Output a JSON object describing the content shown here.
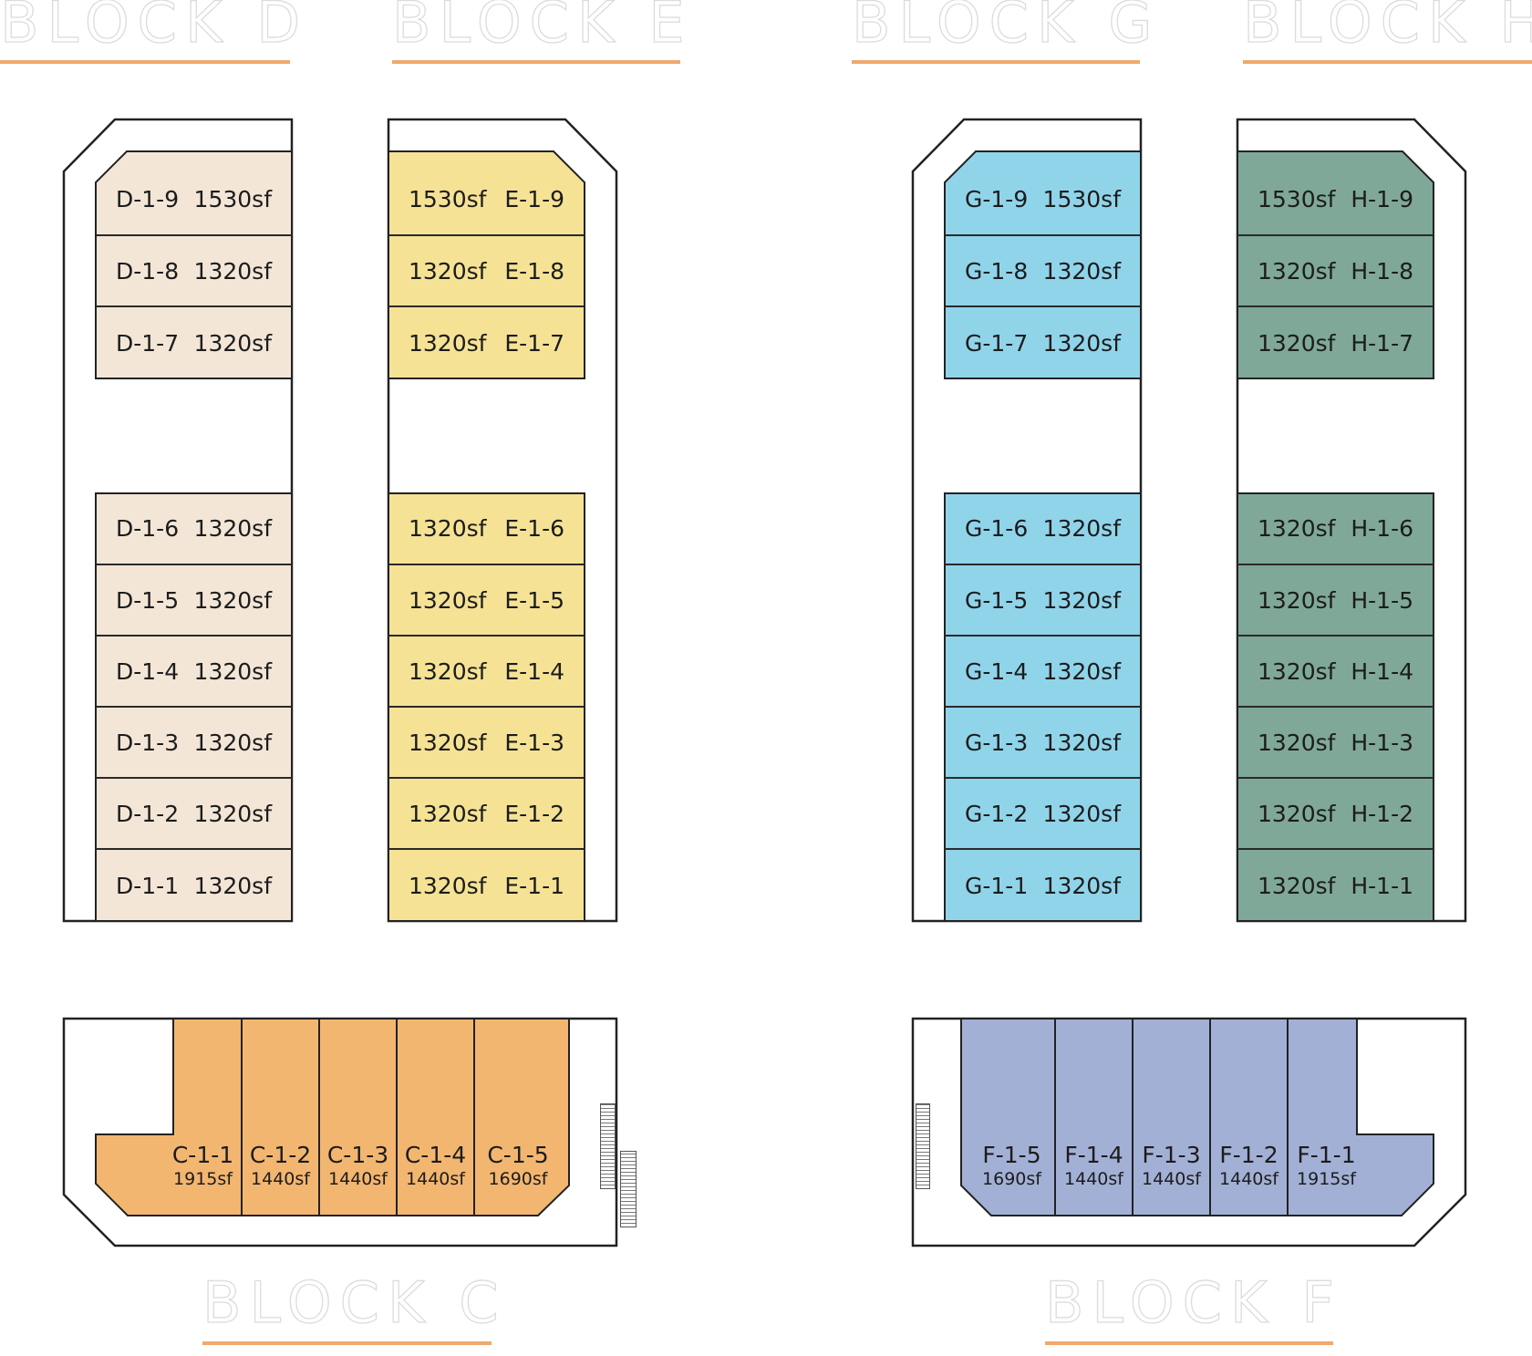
{
  "colors": {
    "block_c": "#f2b671",
    "block_d": "#f3e6d7",
    "block_e": "#f5e295",
    "block_f": "#a3b0d6",
    "block_g": "#90d4ea",
    "block_h": "#7fa898",
    "accent_line": "#efa86e",
    "outline": "#222222"
  },
  "titles": {
    "block_d": "BLOCK D",
    "block_e": "BLOCK E",
    "block_g": "BLOCK G",
    "block_h": "BLOCK H",
    "block_c": "BLOCK C",
    "block_f": "BLOCK F"
  },
  "block_d": {
    "units": [
      {
        "id": "D-1-9",
        "size": "1530sf"
      },
      {
        "id": "D-1-8",
        "size": "1320sf"
      },
      {
        "id": "D-1-7",
        "size": "1320sf"
      },
      {
        "id": "D-1-6",
        "size": "1320sf"
      },
      {
        "id": "D-1-5",
        "size": "1320sf"
      },
      {
        "id": "D-1-4",
        "size": "1320sf"
      },
      {
        "id": "D-1-3",
        "size": "1320sf"
      },
      {
        "id": "D-1-2",
        "size": "1320sf"
      },
      {
        "id": "D-1-1",
        "size": "1320sf"
      }
    ]
  },
  "block_e": {
    "units": [
      {
        "id": "E-1-9",
        "size": "1530sf"
      },
      {
        "id": "E-1-8",
        "size": "1320sf"
      },
      {
        "id": "E-1-7",
        "size": "1320sf"
      },
      {
        "id": "E-1-6",
        "size": "1320sf"
      },
      {
        "id": "E-1-5",
        "size": "1320sf"
      },
      {
        "id": "E-1-4",
        "size": "1320sf"
      },
      {
        "id": "E-1-3",
        "size": "1320sf"
      },
      {
        "id": "E-1-2",
        "size": "1320sf"
      },
      {
        "id": "E-1-1",
        "size": "1320sf"
      }
    ]
  },
  "block_g": {
    "units": [
      {
        "id": "G-1-9",
        "size": "1530sf"
      },
      {
        "id": "G-1-8",
        "size": "1320sf"
      },
      {
        "id": "G-1-7",
        "size": "1320sf"
      },
      {
        "id": "G-1-6",
        "size": "1320sf"
      },
      {
        "id": "G-1-5",
        "size": "1320sf"
      },
      {
        "id": "G-1-4",
        "size": "1320sf"
      },
      {
        "id": "G-1-3",
        "size": "1320sf"
      },
      {
        "id": "G-1-2",
        "size": "1320sf"
      },
      {
        "id": "G-1-1",
        "size": "1320sf"
      }
    ]
  },
  "block_h": {
    "units": [
      {
        "id": "H-1-9",
        "size": "1530sf"
      },
      {
        "id": "H-1-8",
        "size": "1320sf"
      },
      {
        "id": "H-1-7",
        "size": "1320sf"
      },
      {
        "id": "H-1-6",
        "size": "1320sf"
      },
      {
        "id": "H-1-5",
        "size": "1320sf"
      },
      {
        "id": "H-1-4",
        "size": "1320sf"
      },
      {
        "id": "H-1-3",
        "size": "1320sf"
      },
      {
        "id": "H-1-2",
        "size": "1320sf"
      },
      {
        "id": "H-1-1",
        "size": "1320sf"
      }
    ]
  },
  "block_c": {
    "units": [
      {
        "id": "C-1-1",
        "size": "1915sf"
      },
      {
        "id": "C-1-2",
        "size": "1440sf"
      },
      {
        "id": "C-1-3",
        "size": "1440sf"
      },
      {
        "id": "C-1-4",
        "size": "1440sf"
      },
      {
        "id": "C-1-5",
        "size": "1690sf"
      }
    ]
  },
  "block_f": {
    "units": [
      {
        "id": "F-1-5",
        "size": "1690sf"
      },
      {
        "id": "F-1-4",
        "size": "1440sf"
      },
      {
        "id": "F-1-3",
        "size": "1440sf"
      },
      {
        "id": "F-1-2",
        "size": "1440sf"
      },
      {
        "id": "F-1-1",
        "size": "1915sf"
      }
    ]
  }
}
